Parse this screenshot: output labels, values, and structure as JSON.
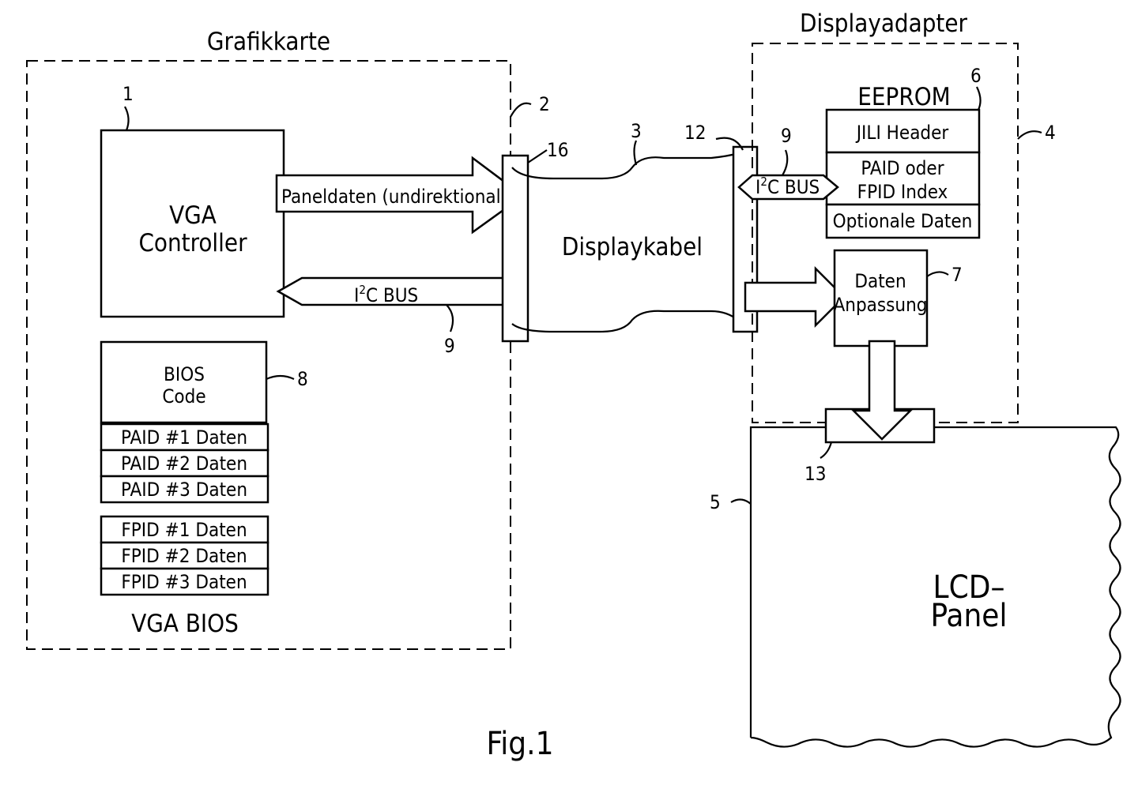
{
  "grafikkarte": {
    "title": "Grafikkarte",
    "ref": "2",
    "vga_controller": {
      "line1": "VGA",
      "line2": "Controller",
      "ref": "1"
    },
    "paneldaten_arrow": "Paneldaten (undirektional)",
    "i2c_bus_left": {
      "prefix": "I",
      "sup": "2",
      "suffix": "C  BUS",
      "ref": "9"
    },
    "bios": {
      "code_line1": "BIOS",
      "code_line2": "Code",
      "ref": "8",
      "paid_rows": [
        "PAID  #1  Daten",
        "PAID  #2  Daten",
        "PAID  #3  Daten"
      ],
      "fpid_rows": [
        "FPID  #1  Daten",
        "FPID  #2  Daten",
        "FPID  #3  Daten"
      ],
      "label": "VGA  BIOS"
    }
  },
  "connector_left": {
    "ref": "16"
  },
  "cable": {
    "label": "Displaykabel",
    "ref": "3"
  },
  "connector_right": {
    "ref": "12"
  },
  "displayadapter": {
    "title": "Displayadapter",
    "ref": "4",
    "i2c_bus_right": {
      "prefix": "I",
      "sup": "2",
      "suffix": "C  BUS",
      "ref": "9"
    },
    "eeprom": {
      "title": "EEPROM",
      "ref": "6",
      "rows": [
        "JILI  Header",
        "PAID  oder",
        "FPID  Index",
        "Optionale  Daten"
      ]
    },
    "daten_anpassung": {
      "line1": "Daten",
      "line2": "Anpassung",
      "ref": "7"
    }
  },
  "lcd_panel": {
    "line1": "LCD–",
    "line2": "Panel",
    "ref": "5",
    "connector_ref": "13"
  },
  "figure_label": "Fig.1"
}
